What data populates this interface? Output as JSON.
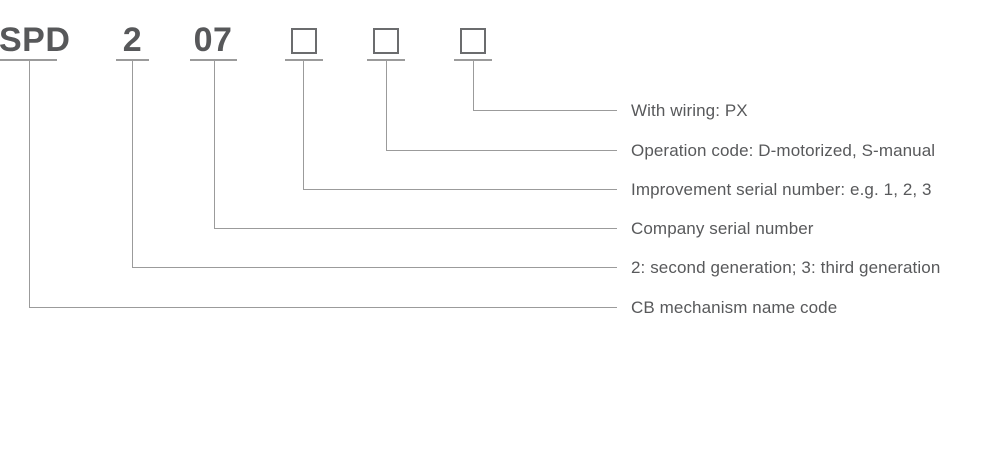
{
  "palette": {
    "background": "#ffffff",
    "code_text": "#57585a",
    "label_text": "#58595b",
    "line": "#9b9b9b",
    "box_border": "#6b6c6e"
  },
  "code": {
    "segments": [
      {
        "type": "text",
        "value": "SPD"
      },
      {
        "type": "text",
        "value": "2"
      },
      {
        "type": "text",
        "value": "07"
      },
      {
        "type": "box",
        "value": ""
      },
      {
        "type": "box",
        "value": ""
      },
      {
        "type": "box",
        "value": ""
      }
    ]
  },
  "legend": {
    "items": [
      {
        "label": "With wiring: PX"
      },
      {
        "label": "Operation code: D-motorized, S-manual"
      },
      {
        "label": "Improvement serial number: e.g. 1, 2, 3"
      },
      {
        "label": "Company serial number"
      },
      {
        "label": "2: second generation; 3: third generation"
      },
      {
        "label": "CB mechanism name code"
      }
    ]
  }
}
